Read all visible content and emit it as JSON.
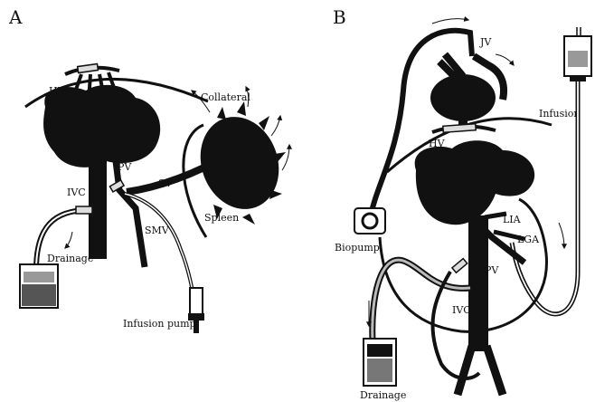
{
  "panels": [
    {
      "letter": "A",
      "labels": {
        "hv": "HV",
        "collateral": "Collateral",
        "pv": "PV",
        "ivc": "IVC",
        "sv": "SV",
        "spleen": "Spleen",
        "smv": "SMV",
        "drainage": "Drainage",
        "infusion_pump": "Infusion pump"
      }
    },
    {
      "letter": "B",
      "labels": {
        "jv": "JV",
        "infusion": "Infusion",
        "hv": "HV",
        "biopump": "Biopump",
        "lia": "LIA",
        "lga": "LGA",
        "pv": "PV",
        "ivc": "IVC",
        "drainage": "Drainage"
      }
    }
  ],
  "colors": {
    "ink": "#111111",
    "paper": "#ffffff",
    "tube": "#9a9a9a"
  }
}
